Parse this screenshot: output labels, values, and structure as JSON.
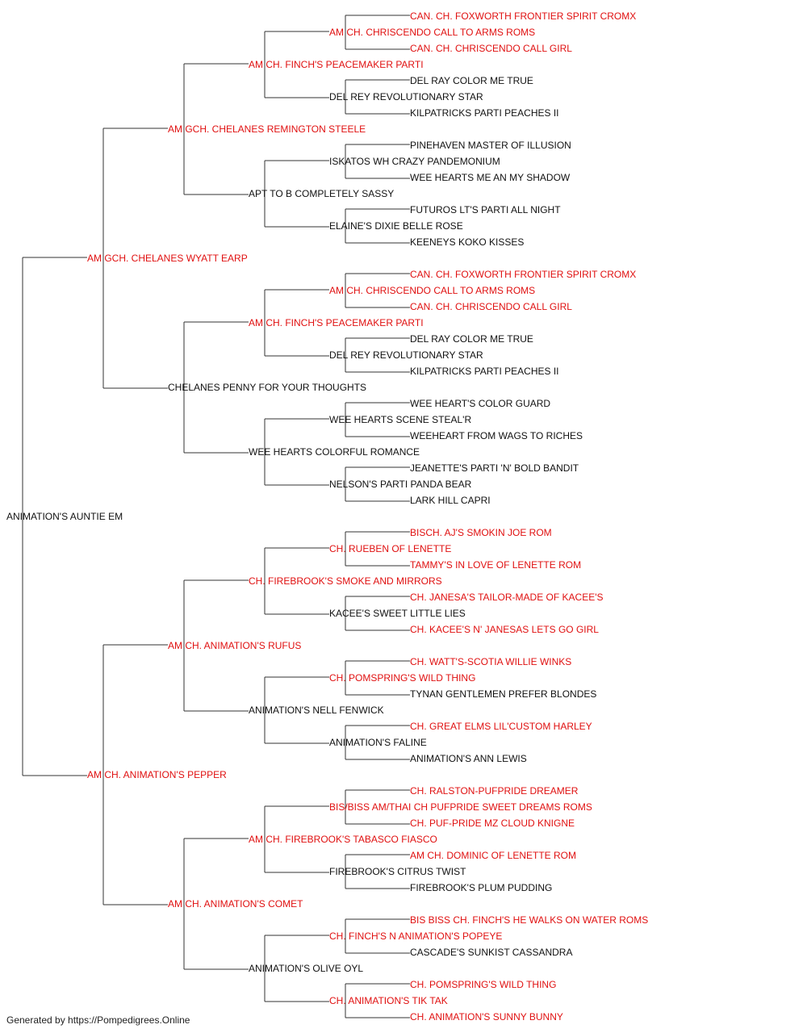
{
  "colors": {
    "titled": "#e01010",
    "plain": "#111111",
    "line": "#333333"
  },
  "pedigree": {
    "name": "ANIMATION'S AUNTIE EM",
    "titled": false,
    "parents": [
      {
        "name": "AM GCH. CHELANES WYATT EARP",
        "titled": true,
        "parents": [
          {
            "name": "AM GCH. CHELANES REMINGTON STEELE",
            "titled": true,
            "parents": [
              {
                "name": "AM CH. FINCH'S PEACEMAKER PARTI",
                "titled": true,
                "parents": [
                  {
                    "name": "AM CH. CHRISCENDO CALL TO ARMS ROMS",
                    "titled": true,
                    "parents": [
                      {
                        "name": "CAN. CH. FOXWORTH FRONTIER SPIRIT CROMX",
                        "titled": true
                      },
                      {
                        "name": "CAN. CH. CHRISCENDO CALL GIRL",
                        "titled": true
                      }
                    ]
                  },
                  {
                    "name": "DEL REY REVOLUTIONARY STAR",
                    "titled": false,
                    "parents": [
                      {
                        "name": "DEL RAY COLOR ME TRUE",
                        "titled": false
                      },
                      {
                        "name": "KILPATRICKS PARTI PEACHES II",
                        "titled": false
                      }
                    ]
                  }
                ]
              },
              {
                "name": "APT TO B COMPLETELY SASSY",
                "titled": false,
                "parents": [
                  {
                    "name": "ISKATOS WH CRAZY PANDEMONIUM",
                    "titled": false,
                    "parents": [
                      {
                        "name": "PINEHAVEN MASTER OF ILLUSION",
                        "titled": false
                      },
                      {
                        "name": "WEE HEARTS ME AN MY SHADOW",
                        "titled": false
                      }
                    ]
                  },
                  {
                    "name": "ELAINE'S DIXIE BELLE ROSE",
                    "titled": false,
                    "parents": [
                      {
                        "name": "FUTUROS LT'S PARTI ALL NIGHT",
                        "titled": false
                      },
                      {
                        "name": "KEENEYS KOKO KISSES",
                        "titled": false
                      }
                    ]
                  }
                ]
              }
            ]
          },
          {
            "name": "CHELANES PENNY FOR YOUR THOUGHTS",
            "titled": false,
            "parents": [
              {
                "name": "AM CH. FINCH'S PEACEMAKER PARTI",
                "titled": true,
                "parents": [
                  {
                    "name": "AM CH. CHRISCENDO CALL TO ARMS ROMS",
                    "titled": true,
                    "parents": [
                      {
                        "name": "CAN. CH. FOXWORTH FRONTIER SPIRIT CROMX",
                        "titled": true
                      },
                      {
                        "name": "CAN. CH. CHRISCENDO CALL GIRL",
                        "titled": true
                      }
                    ]
                  },
                  {
                    "name": "DEL REY REVOLUTIONARY STAR",
                    "titled": false,
                    "parents": [
                      {
                        "name": "DEL RAY COLOR ME TRUE",
                        "titled": false
                      },
                      {
                        "name": "KILPATRICKS PARTI PEACHES II",
                        "titled": false
                      }
                    ]
                  }
                ]
              },
              {
                "name": "WEE HEARTS COLORFUL ROMANCE",
                "titled": false,
                "parents": [
                  {
                    "name": "WEE HEARTS SCENE STEAL'R",
                    "titled": false,
                    "parents": [
                      {
                        "name": "WEE HEART'S COLOR GUARD",
                        "titled": false
                      },
                      {
                        "name": "WEEHEART FROM WAGS TO RICHES",
                        "titled": false
                      }
                    ]
                  },
                  {
                    "name": "NELSON'S PARTI PANDA BEAR",
                    "titled": false,
                    "parents": [
                      {
                        "name": "JEANETTE'S PARTI 'N' BOLD BANDIT",
                        "titled": false
                      },
                      {
                        "name": "LARK HILL CAPRI",
                        "titled": false
                      }
                    ]
                  }
                ]
              }
            ]
          }
        ]
      },
      {
        "name": "AM CH. ANIMATION'S PEPPER",
        "titled": true,
        "parents": [
          {
            "name": "AM CH. ANIMATION'S RUFUS",
            "titled": true,
            "parents": [
              {
                "name": "CH. FIREBROOK'S SMOKE AND MIRRORS",
                "titled": true,
                "parents": [
                  {
                    "name": "CH. RUEBEN OF LENETTE",
                    "titled": true,
                    "parents": [
                      {
                        "name": "BISCH. AJ'S SMOKIN JOE ROM",
                        "titled": true
                      },
                      {
                        "name": "TAMMY'S IN LOVE OF LENETTE ROM",
                        "titled": true
                      }
                    ]
                  },
                  {
                    "name": "KACEE'S SWEET LITTLE LIES",
                    "titled": false,
                    "parents": [
                      {
                        "name": "CH. JANESA'S TAILOR-MADE OF KACEE'S",
                        "titled": true
                      },
                      {
                        "name": "CH. KACEE'S N' JANESAS LETS GO GIRL",
                        "titled": true
                      }
                    ]
                  }
                ]
              },
              {
                "name": "ANIMATION'S NELL FENWICK",
                "titled": false,
                "parents": [
                  {
                    "name": "CH. POMSPRING'S WILD THING",
                    "titled": true,
                    "parents": [
                      {
                        "name": "CH. WATT'S-SCOTIA WILLIE WINKS",
                        "titled": true
                      },
                      {
                        "name": "TYNAN GENTLEMEN PREFER BLONDES",
                        "titled": false
                      }
                    ]
                  },
                  {
                    "name": "ANIMATION'S FALINE",
                    "titled": false,
                    "parents": [
                      {
                        "name": "CH. GREAT ELMS LIL'CUSTOM HARLEY",
                        "titled": true
                      },
                      {
                        "name": "ANIMATION'S ANN LEWIS",
                        "titled": false
                      }
                    ]
                  }
                ]
              }
            ]
          },
          {
            "name": "AM CH. ANIMATION'S COMET",
            "titled": true,
            "parents": [
              {
                "name": "AM CH. FIREBROOK'S TABASCO FIASCO",
                "titled": true,
                "parents": [
                  {
                    "name": "BIS/BISS AM/THAI CH PUFPRIDE SWEET DREAMS ROMS",
                    "titled": true,
                    "parents": [
                      {
                        "name": "CH. RALSTON-PUFPRIDE DREAMER",
                        "titled": true
                      },
                      {
                        "name": "CH. PUF-PRIDE MZ CLOUD KNIGNE",
                        "titled": true
                      }
                    ]
                  },
                  {
                    "name": "FIREBROOK'S CITRUS TWIST",
                    "titled": false,
                    "parents": [
                      {
                        "name": "AM CH. DOMINIC OF LENETTE ROM",
                        "titled": true
                      },
                      {
                        "name": "FIREBROOK'S PLUM PUDDING",
                        "titled": false
                      }
                    ]
                  }
                ]
              },
              {
                "name": "ANIMATION'S OLIVE OYL",
                "titled": false,
                "parents": [
                  {
                    "name": "CH. FINCH'S N ANIMATION'S POPEYE",
                    "titled": true,
                    "parents": [
                      {
                        "name": "BIS BISS CH. FINCH'S HE WALKS ON WATER ROMS",
                        "titled": true
                      },
                      {
                        "name": "CASCADE'S SUNKIST CASSANDRA",
                        "titled": false
                      }
                    ]
                  },
                  {
                    "name": "CH. ANIMATION'S TIK TAK",
                    "titled": true,
                    "parents": [
                      {
                        "name": "CH. POMSPRING'S WILD THING",
                        "titled": true
                      },
                      {
                        "name": "CH. ANIMATION'S SUNNY BUNNY",
                        "titled": true
                      }
                    ]
                  }
                ]
              }
            ]
          }
        ]
      }
    ]
  },
  "footer": "Generated by https://Pompedigrees.Online"
}
